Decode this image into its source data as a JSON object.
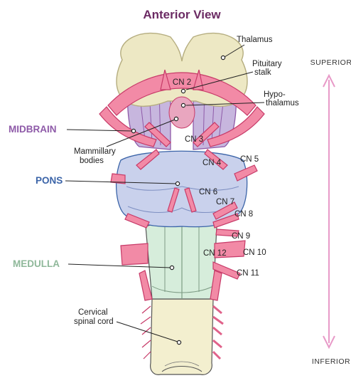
{
  "title": "Anterior View",
  "orientation": {
    "superior": "SUPERIOR",
    "inferior": "INFERIOR"
  },
  "regions": {
    "midbrain": "MIDBRAIN",
    "pons": "PONS",
    "medulla": "MEDULLA"
  },
  "labels": {
    "thalamus": "Thalamus",
    "pituitary_1": "Pituitary",
    "pituitary_2": "stalk",
    "hypothalamus_1": "Hypo-",
    "hypothalamus_2": "thalamus",
    "mammillary_1": "Mammillary",
    "mammillary_2": "bodies",
    "cervical_1": "Cervical",
    "cervical_2": "spinal cord"
  },
  "cranial_nerves": {
    "cn2": "CN 2",
    "cn3": "CN 3",
    "cn4": "CN 4",
    "cn5": "CN 5",
    "cn6": "CN 6",
    "cn7": "CN 7",
    "cn8": "CN 8",
    "cn9": "CN 9",
    "cn10": "CN 10",
    "cn11": "CN 11",
    "cn12": "CN 12"
  },
  "colors": {
    "title": "#6b2a63",
    "midbrain": "#8e5aa8",
    "pons": "#3b64a8",
    "medulla": "#8fb89a",
    "arrow": "#e89ac8",
    "thalamus_fill": "#ede8c4",
    "pons_fill": "#c9d1ec",
    "medulla_fill": "#d6eddb",
    "cord_fill": "#f3efcf",
    "nerve_fill": "#f28aa6"
  }
}
